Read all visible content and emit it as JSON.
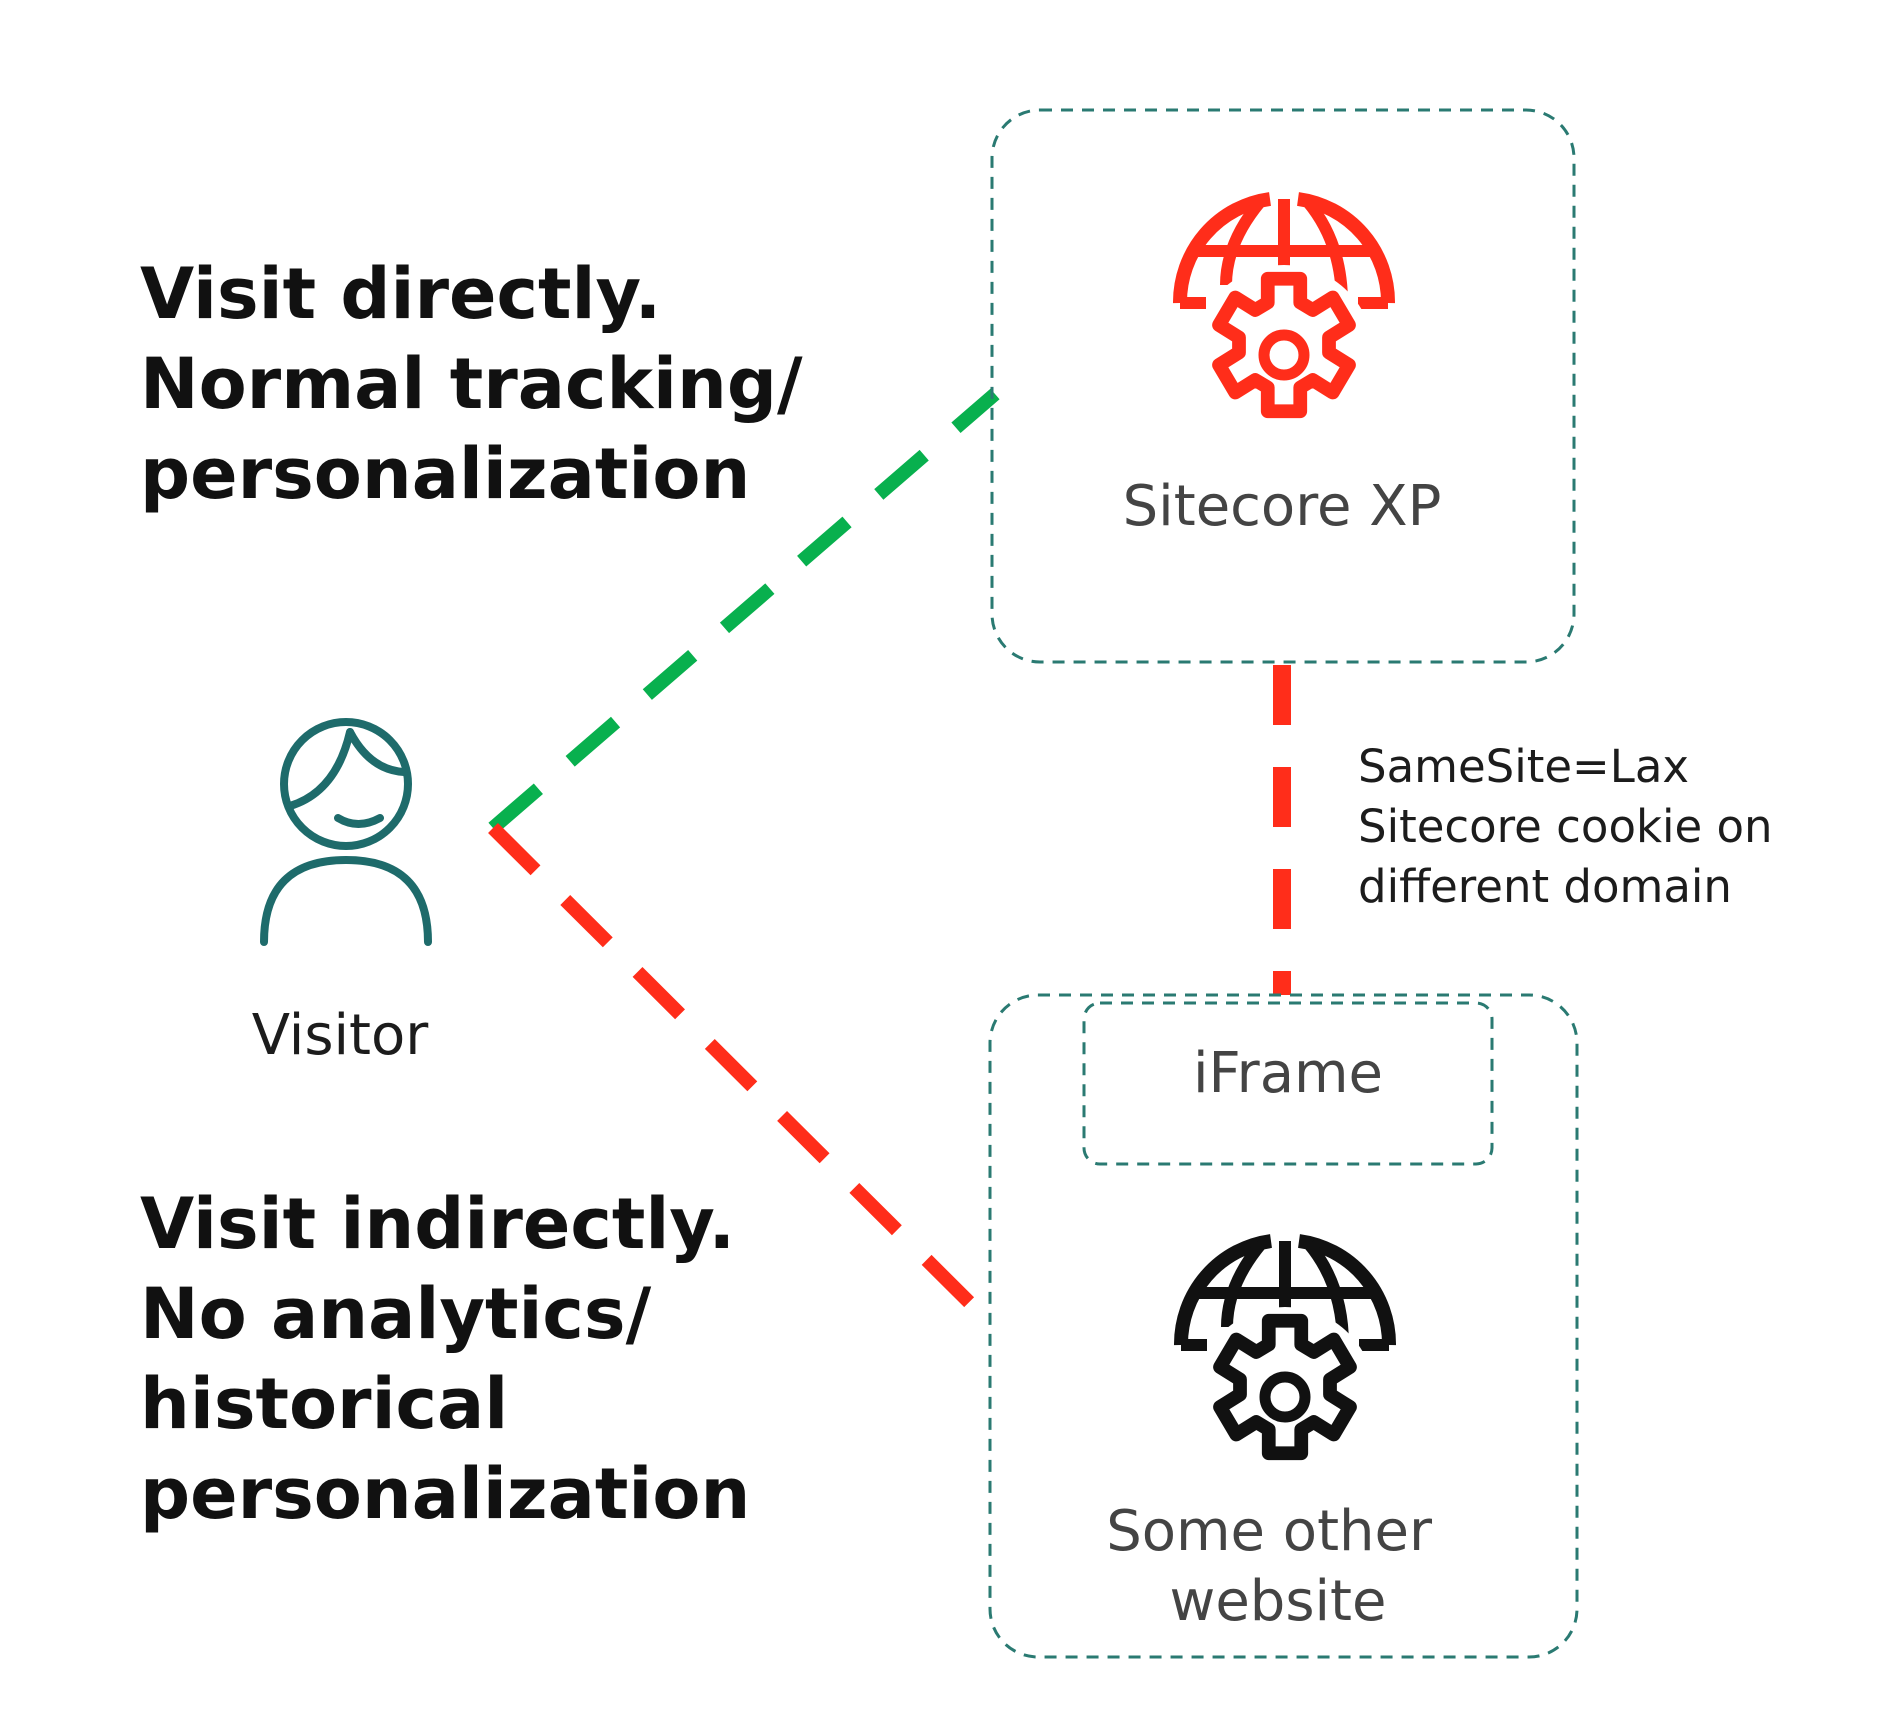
{
  "direct_heading": {
    "lines": [
      "Visit directly.",
      "Normal tracking/",
      "personalization"
    ]
  },
  "indirect_heading": {
    "lines": [
      "Visit indirectly.",
      "No analytics/",
      "historical",
      "personalization"
    ]
  },
  "visitor": {
    "label": "Visitor",
    "icon": "person-icon"
  },
  "sitecore_box": {
    "label": "Sitecore XP",
    "icon": "globe-gear-icon"
  },
  "other_box": {
    "iframe_label": "iFrame",
    "label_lines": [
      "Some other",
      "website"
    ],
    "icon": "globe-gear-icon"
  },
  "cookie_note": {
    "lines": [
      "SameSite=Lax",
      "Sitecore cookie on",
      "different domain"
    ]
  },
  "colors": {
    "direct_path": "#08b04e",
    "indirect_path": "#ff2d1a",
    "box_border": "#2a7a72",
    "visitor_icon": "#1e6b6b",
    "sitecore_icon": "#ff2d1a",
    "other_icon": "#111111"
  }
}
